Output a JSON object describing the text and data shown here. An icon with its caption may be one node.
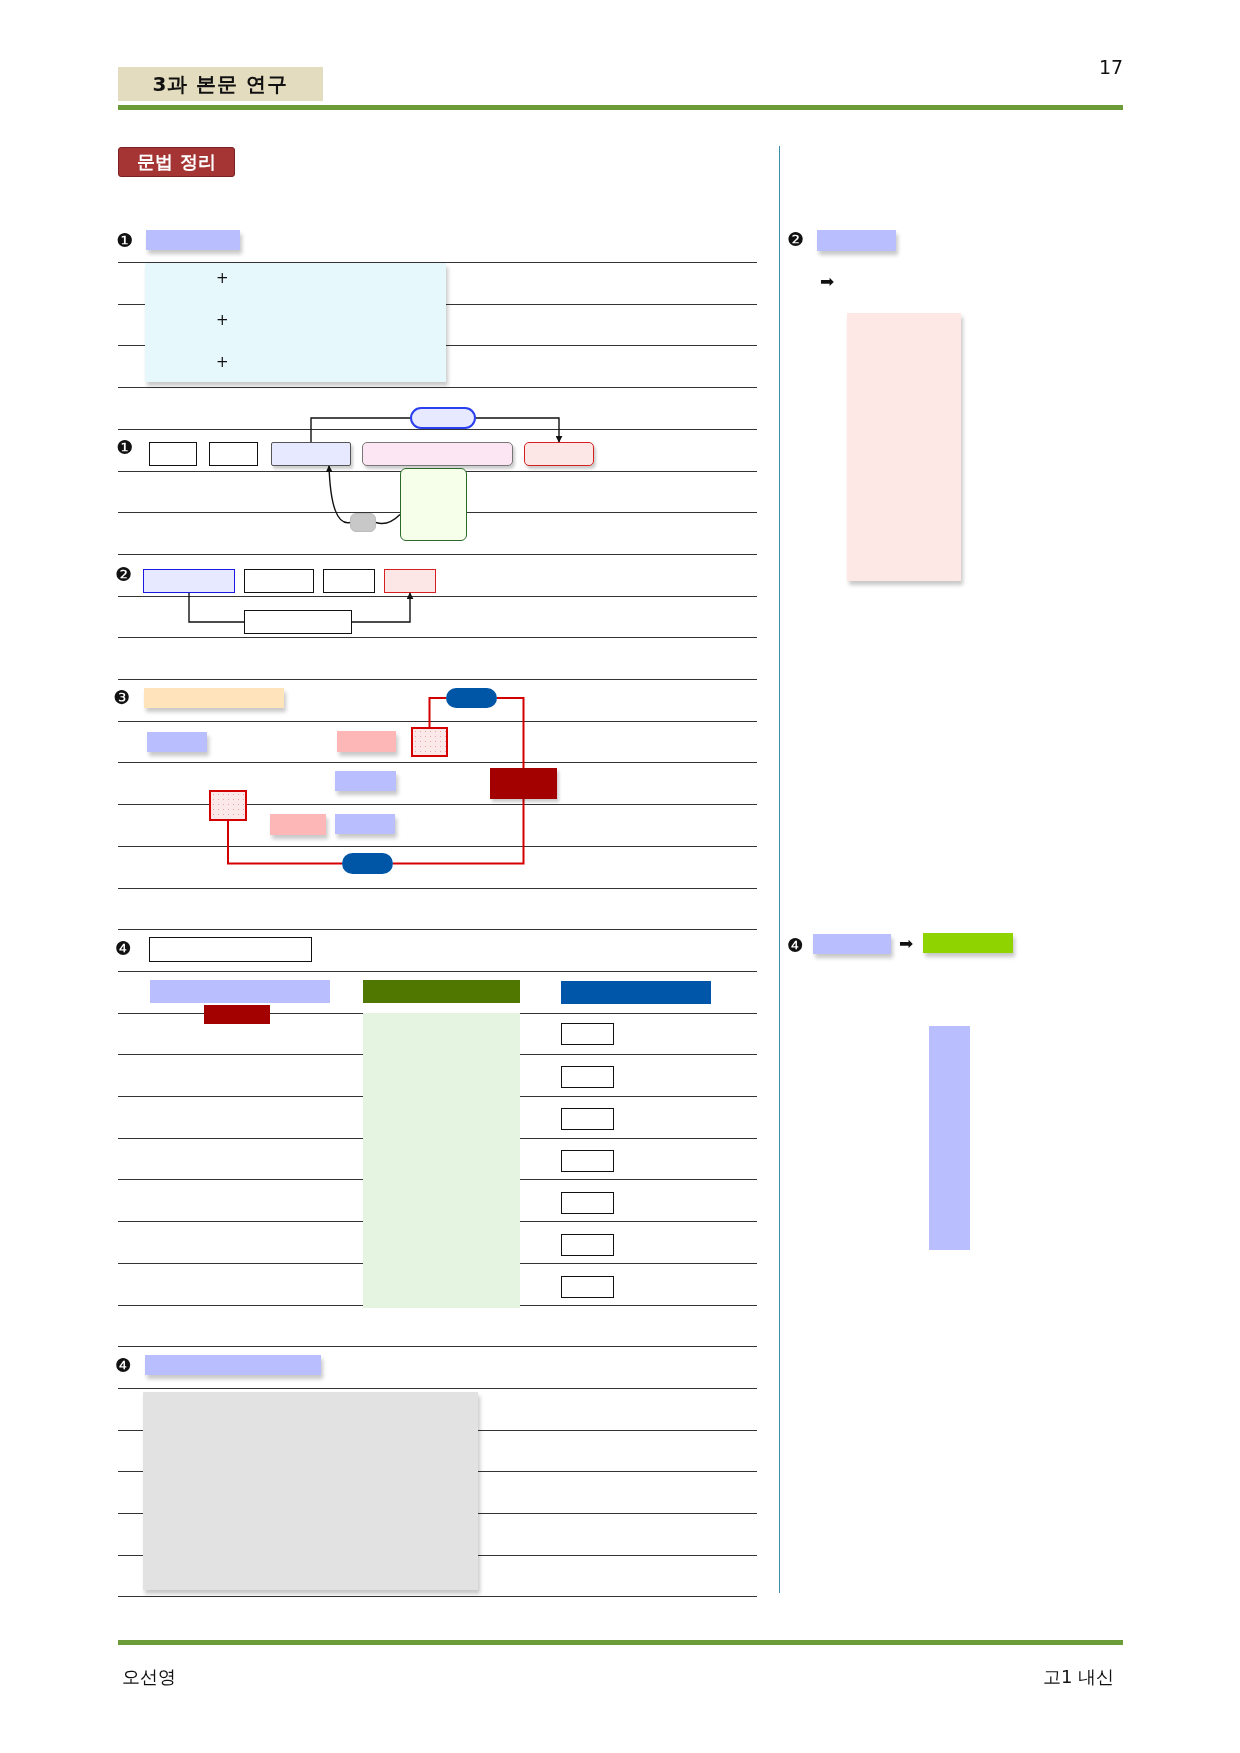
{
  "diagram": {
    "nodes": [
      {
        "text": [],
        "shape": "pill"
      },
      {
        "text": [],
        "shape": "box"
      },
      {
        "text": [],
        "shape": "box"
      },
      {
        "text": [],
        "shape": "box"
      },
      {
        "text": [],
        "shape": "box"
      },
      {
        "text": [],
        "shape": "box"
      },
      {
        "text": [],
        "shape": "box"
      },
      {
        "text": [],
        "shape": "box"
      },
      {
        "text": [],
        "shape": "box"
      },
      {
        "text": [],
        "shape": "box"
      },
      {
        "text": [],
        "shape": "box"
      },
      {
        "text": [],
        "shape": "box"
      },
      {
        "text": [],
        "shape": "box"
      },
      {
        "text": [],
        "shape": "pill"
      },
      {
        "text": [],
        "shape": "box"
      },
      {
        "text": [],
        "shape": "box"
      },
      {
        "text": [],
        "shape": "box"
      },
      {
        "text": [],
        "shape": "pill"
      },
      {
        "text": [],
        "shape": "box"
      },
      {
        "text": [],
        "shape": "box"
      },
      {
        "text": [],
        "shape": "box"
      },
      {
        "text": [],
        "shape": "box"
      },
      {
        "text": [],
        "shape": "box"
      },
      {
        "text": [],
        "shape": "box"
      },
      {
        "text": [],
        "shape": "box"
      },
      {
        "text": [],
        "shape": "box"
      }
    ],
    "edges": [
      {
        "from": 3,
        "to": 0,
        "arrow": "none"
      },
      {
        "from": 0,
        "to": 5,
        "arrow": "to"
      },
      {
        "from": 6,
        "to": 7,
        "arrow": "none"
      },
      {
        "from": 7,
        "to": 3,
        "arrow": "to"
      },
      {
        "from": 8,
        "to": 12,
        "arrow": "none"
      },
      {
        "from": 12,
        "to": 11,
        "arrow": "to"
      },
      {
        "from": 14,
        "to": 13,
        "arrow": "none",
        "color": "#d40000"
      },
      {
        "from": 13,
        "to": 15,
        "arrow": "none",
        "color": "#d40000"
      },
      {
        "from": 15,
        "to": 17,
        "arrow": "none",
        "color": "#d40000"
      },
      {
        "from": 17,
        "to": 16,
        "arrow": "none",
        "color": "#d40000"
      }
    ],
    "labels": [
      "3과 본문 연구",
      "17",
      "문법 정리",
      "❶",
      "+",
      "+",
      "+",
      "❶",
      "❷",
      "❸",
      "❹",
      "❹",
      "❷",
      "➡",
      "❹",
      "➡",
      "오선영",
      "고1 내신"
    ]
  }
}
